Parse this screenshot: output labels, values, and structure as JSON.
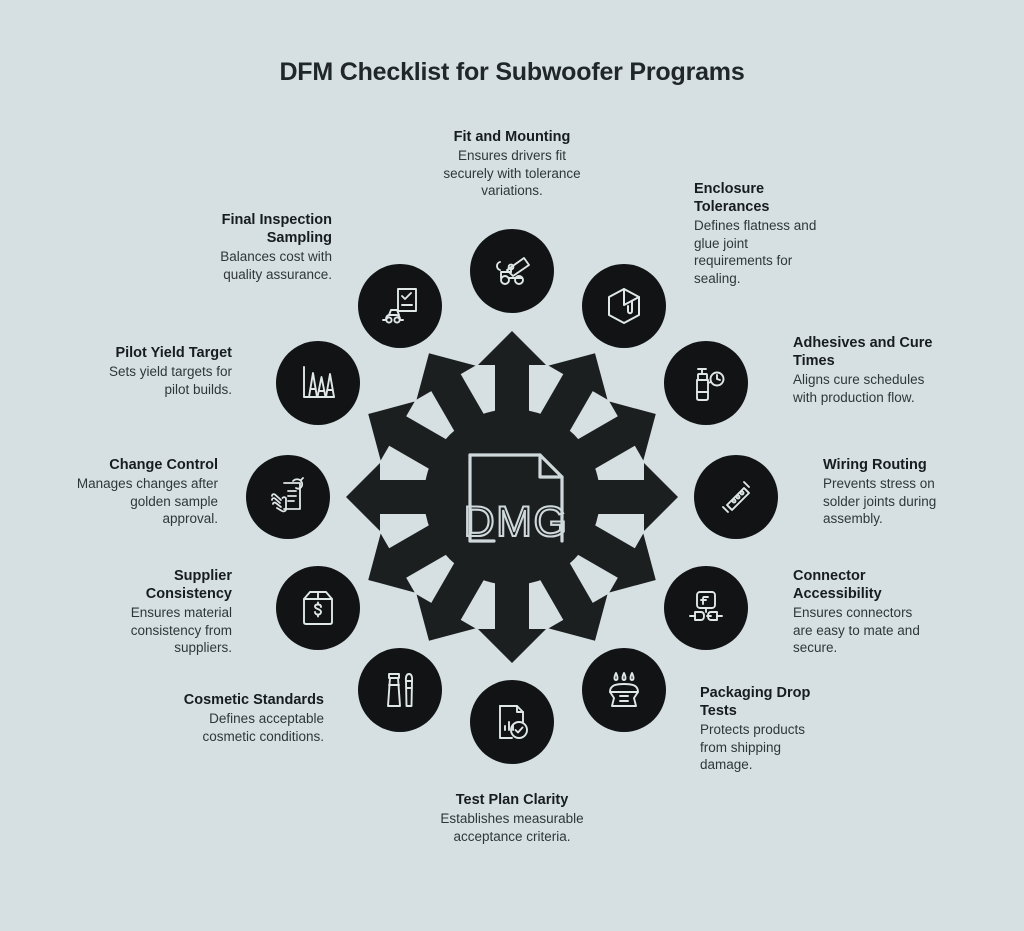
{
  "title": "DFM Checklist for Subwoofer Programs",
  "colors": {
    "background": "#d6e0e2",
    "hub": "#1c1f20",
    "bubble": "#111314",
    "icon_stroke": "#dfe7e9",
    "title_text": "#20262a",
    "label_title": "#171c1f",
    "label_desc": "#2e363a"
  },
  "center": {
    "label": "DMG",
    "icon": "document-icon"
  },
  "items": [
    {
      "id": "fit-and-mounting",
      "title": "Fit and Mounting",
      "desc": "Ensures drivers fit securely with tolerance variations.",
      "icon": "cannon-icon",
      "align": "center"
    },
    {
      "id": "enclosure-tolerances",
      "title": "Enclosure Tolerances",
      "desc": "Defines flatness and glue joint requirements for sealing.",
      "icon": "cube-box-icon",
      "align": "left"
    },
    {
      "id": "adhesives-and-cure-times",
      "title": "Adhesives and Cure Times",
      "desc": "Aligns cure schedules with production flow.",
      "icon": "adhesive-bottle-timer-icon",
      "align": "left"
    },
    {
      "id": "wiring-routing",
      "title": "Wiring Routing",
      "desc": "Prevents stress on solder joints during assembly.",
      "icon": "wiring-harness-icon",
      "align": "left"
    },
    {
      "id": "connector-accessibility",
      "title": "Connector Accessibility",
      "desc": "Ensures connectors are easy to mate and secure.",
      "icon": "connector-plug-icon",
      "align": "left"
    },
    {
      "id": "packaging-drop-tests",
      "title": "Packaging Drop Tests",
      "desc": "Protects products from shipping damage.",
      "icon": "package-drop-icon",
      "align": "left"
    },
    {
      "id": "test-plan-clarity",
      "title": "Test Plan Clarity",
      "desc": "Establishes measurable acceptance criteria.",
      "icon": "test-report-check-icon",
      "align": "center"
    },
    {
      "id": "cosmetic-standards",
      "title": "Cosmetic Standards",
      "desc": "Defines acceptable cosmetic conditions.",
      "icon": "cosmetic-tube-brush-icon",
      "align": "right"
    },
    {
      "id": "supplier-consistency",
      "title": "Supplier Consistency",
      "desc": "Ensures material consistency from suppliers.",
      "icon": "supplier-bag-icon",
      "align": "right"
    },
    {
      "id": "change-control",
      "title": "Change Control",
      "desc": "Manages changes after golden sample approval.",
      "icon": "change-control-hand-icon",
      "align": "right"
    },
    {
      "id": "pilot-yield-target",
      "title": "Pilot Yield Target",
      "desc": "Sets yield targets for pilot builds.",
      "icon": "yield-peaks-chart-icon",
      "align": "right"
    },
    {
      "id": "final-inspection-sampling",
      "title": "Final Inspection Sampling",
      "desc": "Balances cost with quality assurance.",
      "icon": "inspection-clipboard-icon",
      "align": "right"
    }
  ]
}
